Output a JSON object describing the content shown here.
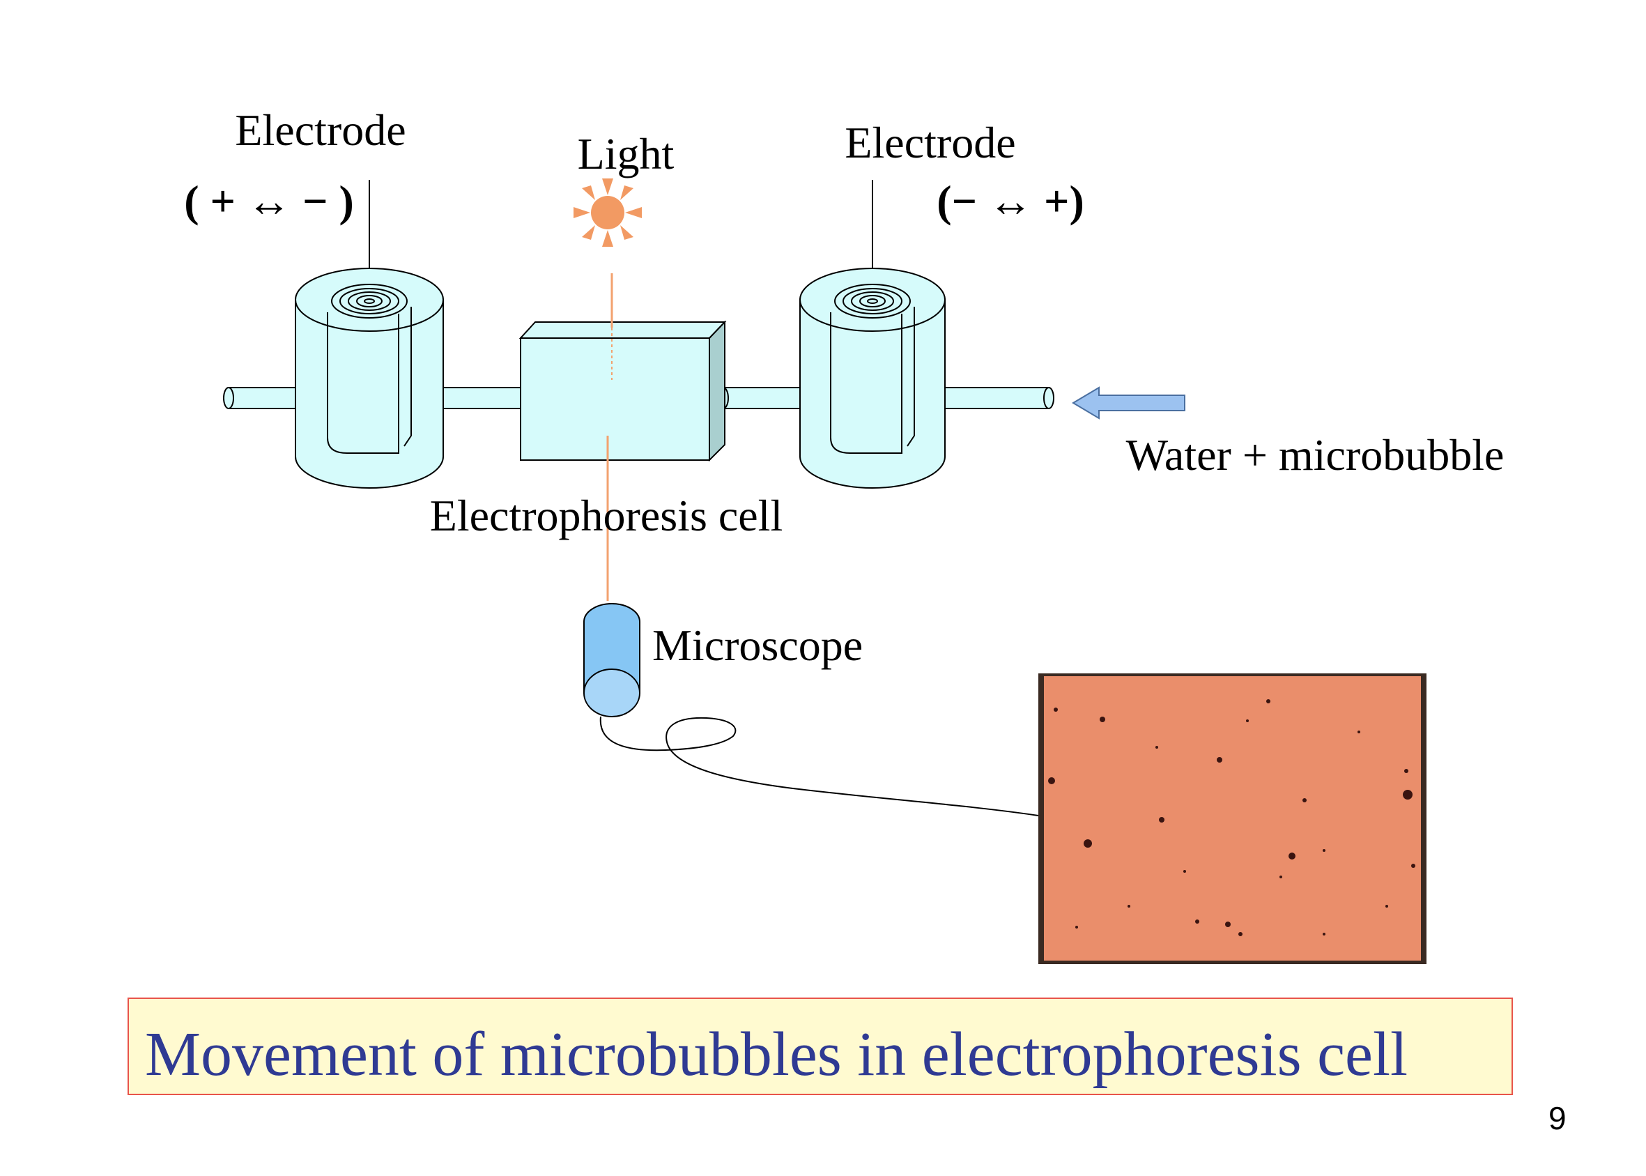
{
  "labels": {
    "electrode_left": "Electrode",
    "polarity_left": "( + ↔ − )",
    "light": "Light",
    "electrode_right": "Electrode",
    "polarity_right": "(− ↔ +)",
    "water_inlet": "Water + microbubble",
    "cell": "Electrophoresis cell",
    "microscope": "Microscope"
  },
  "caption": {
    "text": "Movement of microbubbles in electrophoresis cell",
    "text_color": "#2f3a93",
    "box_fill": "#fffad0",
    "box_border": "#e8544a"
  },
  "slide_number": "9",
  "colors": {
    "cylinder_fill": "#d6fbfb",
    "cell_side": "#a9cfcf",
    "light_source": "#f29a63",
    "light_beam": "#f3a26f",
    "flow_arrow": "#9cc2f0",
    "microscope_body": "#86c6f4",
    "micrograph_background": "#ea8e6b",
    "bubble_color": "#3a1410"
  },
  "icons": {
    "light_source": "sun-icon",
    "flow_direction": "arrow-left-icon"
  }
}
